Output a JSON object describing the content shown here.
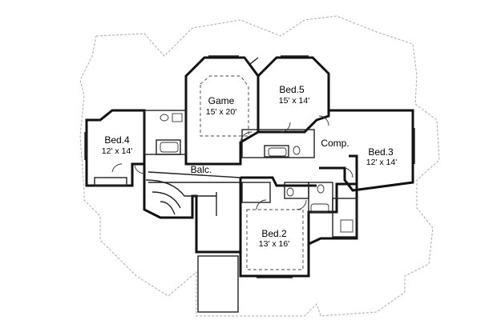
{
  "plan": {
    "rooms": [
      {
        "id": "game",
        "name": "Game",
        "dims": "15' x 20'"
      },
      {
        "id": "bed5",
        "name": "Bed.5",
        "dims": "15' x 14'"
      },
      {
        "id": "bed4",
        "name": "Bed.4",
        "dims": "12' x 14'"
      },
      {
        "id": "bed3",
        "name": "Bed.3",
        "dims": "12' x 14'"
      },
      {
        "id": "bed2",
        "name": "Bed.2",
        "dims": "13' x 16'"
      },
      {
        "id": "balc",
        "name": "Balc.",
        "dims": ""
      },
      {
        "id": "comp",
        "name": "Comp.",
        "dims": ""
      }
    ]
  }
}
